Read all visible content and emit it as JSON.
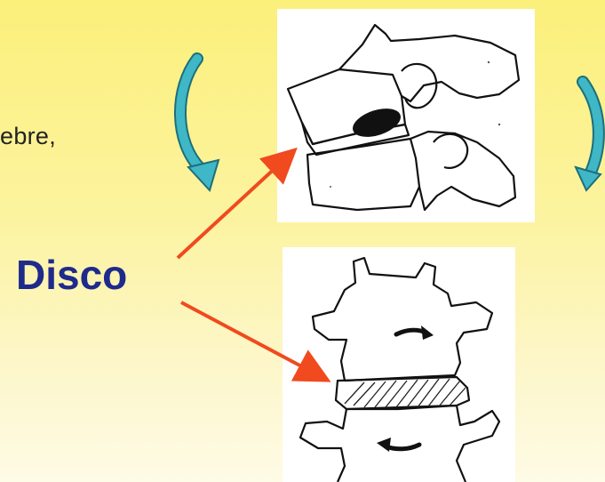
{
  "slide": {
    "partial_text": "ebre,",
    "disco_label": "Disco"
  },
  "colors": {
    "background_top": "#fbf07a",
    "background_bottom": "#fefbe6",
    "disco_text": "#1e2a8c",
    "arrow_red": "#f04a1e",
    "rotation_arrow": "#3fb7c6"
  },
  "icons": {
    "left_rotation": "curved-arrow-down-left",
    "right_rotation": "curved-arrow-down-right"
  }
}
